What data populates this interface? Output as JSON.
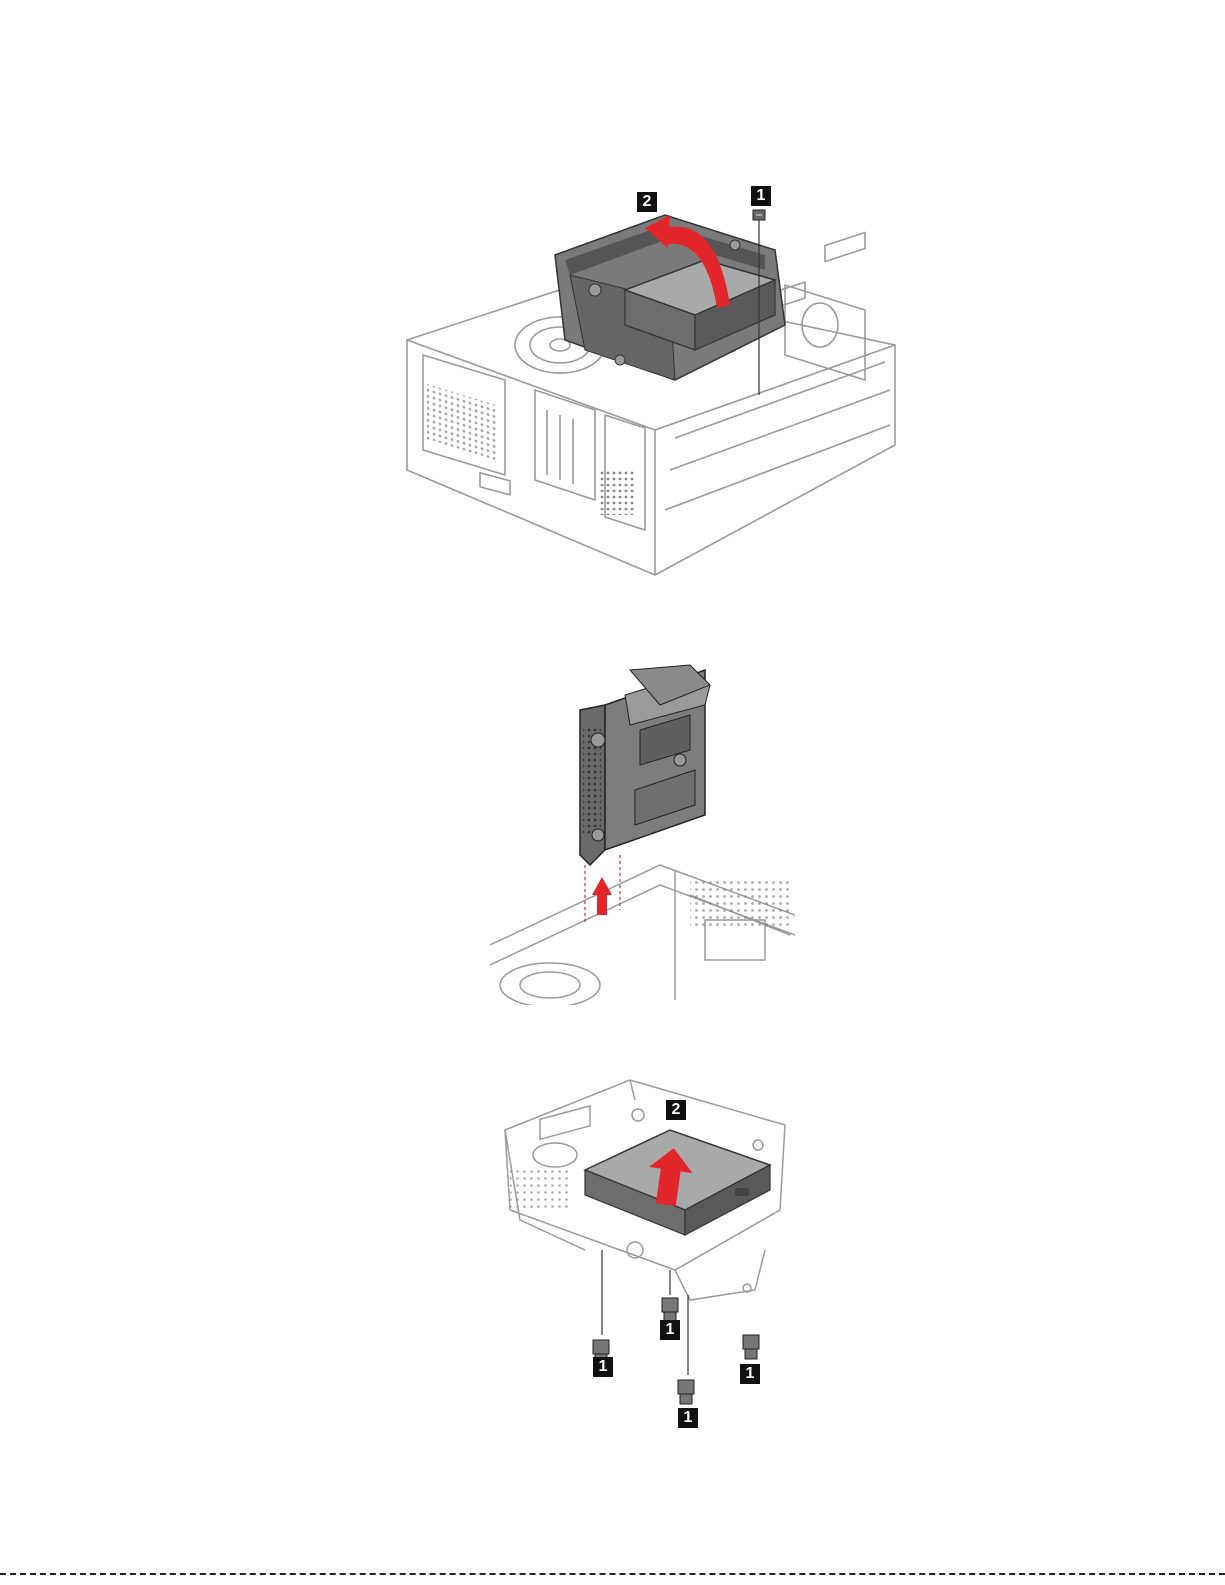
{
  "figures": [
    {
      "id": "fig1",
      "callouts": [
        {
          "label": "1",
          "target": "screw"
        },
        {
          "label": "2",
          "target": "rotate-arrow"
        }
      ]
    },
    {
      "id": "fig2",
      "callouts": []
    },
    {
      "id": "fig3",
      "callouts": [
        {
          "label": "2",
          "target": "lift-arrow"
        },
        {
          "label": "1",
          "target": "screw-a"
        },
        {
          "label": "1",
          "target": "screw-b"
        },
        {
          "label": "1",
          "target": "screw-c"
        },
        {
          "label": "1",
          "target": "screw-d"
        }
      ]
    }
  ],
  "colors": {
    "arrow": "#e3262b",
    "line": "#9a9a9a",
    "drive": "#7d7d7d",
    "drive_top": "#a9a9a9",
    "bracket": "#6a6a6a",
    "callout_bg": "#111111"
  }
}
